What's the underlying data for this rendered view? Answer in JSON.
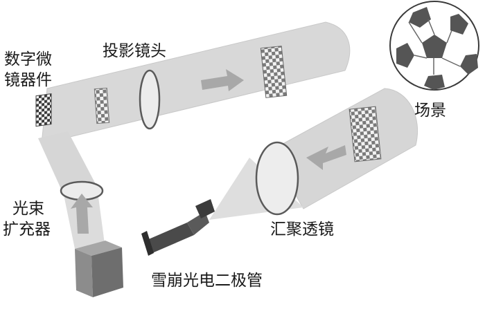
{
  "labels": {
    "dmd": [
      "数字微",
      "镜器件"
    ],
    "projection_lens": "投影镜头",
    "scene": "场景",
    "beam_expander": [
      "光束",
      "扩充器"
    ],
    "converging_lens": "汇聚透镜",
    "apd": "雪崩光电二极管"
  },
  "colors": {
    "beam": "#d6d6d6",
    "beam_dark": "#c4c4c4",
    "arrow": "#a8a8a8",
    "lens_edge": "#5a5a5a",
    "device": "#8a8a8a",
    "device_dark": "#4a4a4a",
    "text": "#1a1a1a"
  },
  "icons": [
    "soccer-ball-icon",
    "checkerboard-pattern-icon",
    "laser-source-icon",
    "photodiode-icon"
  ]
}
